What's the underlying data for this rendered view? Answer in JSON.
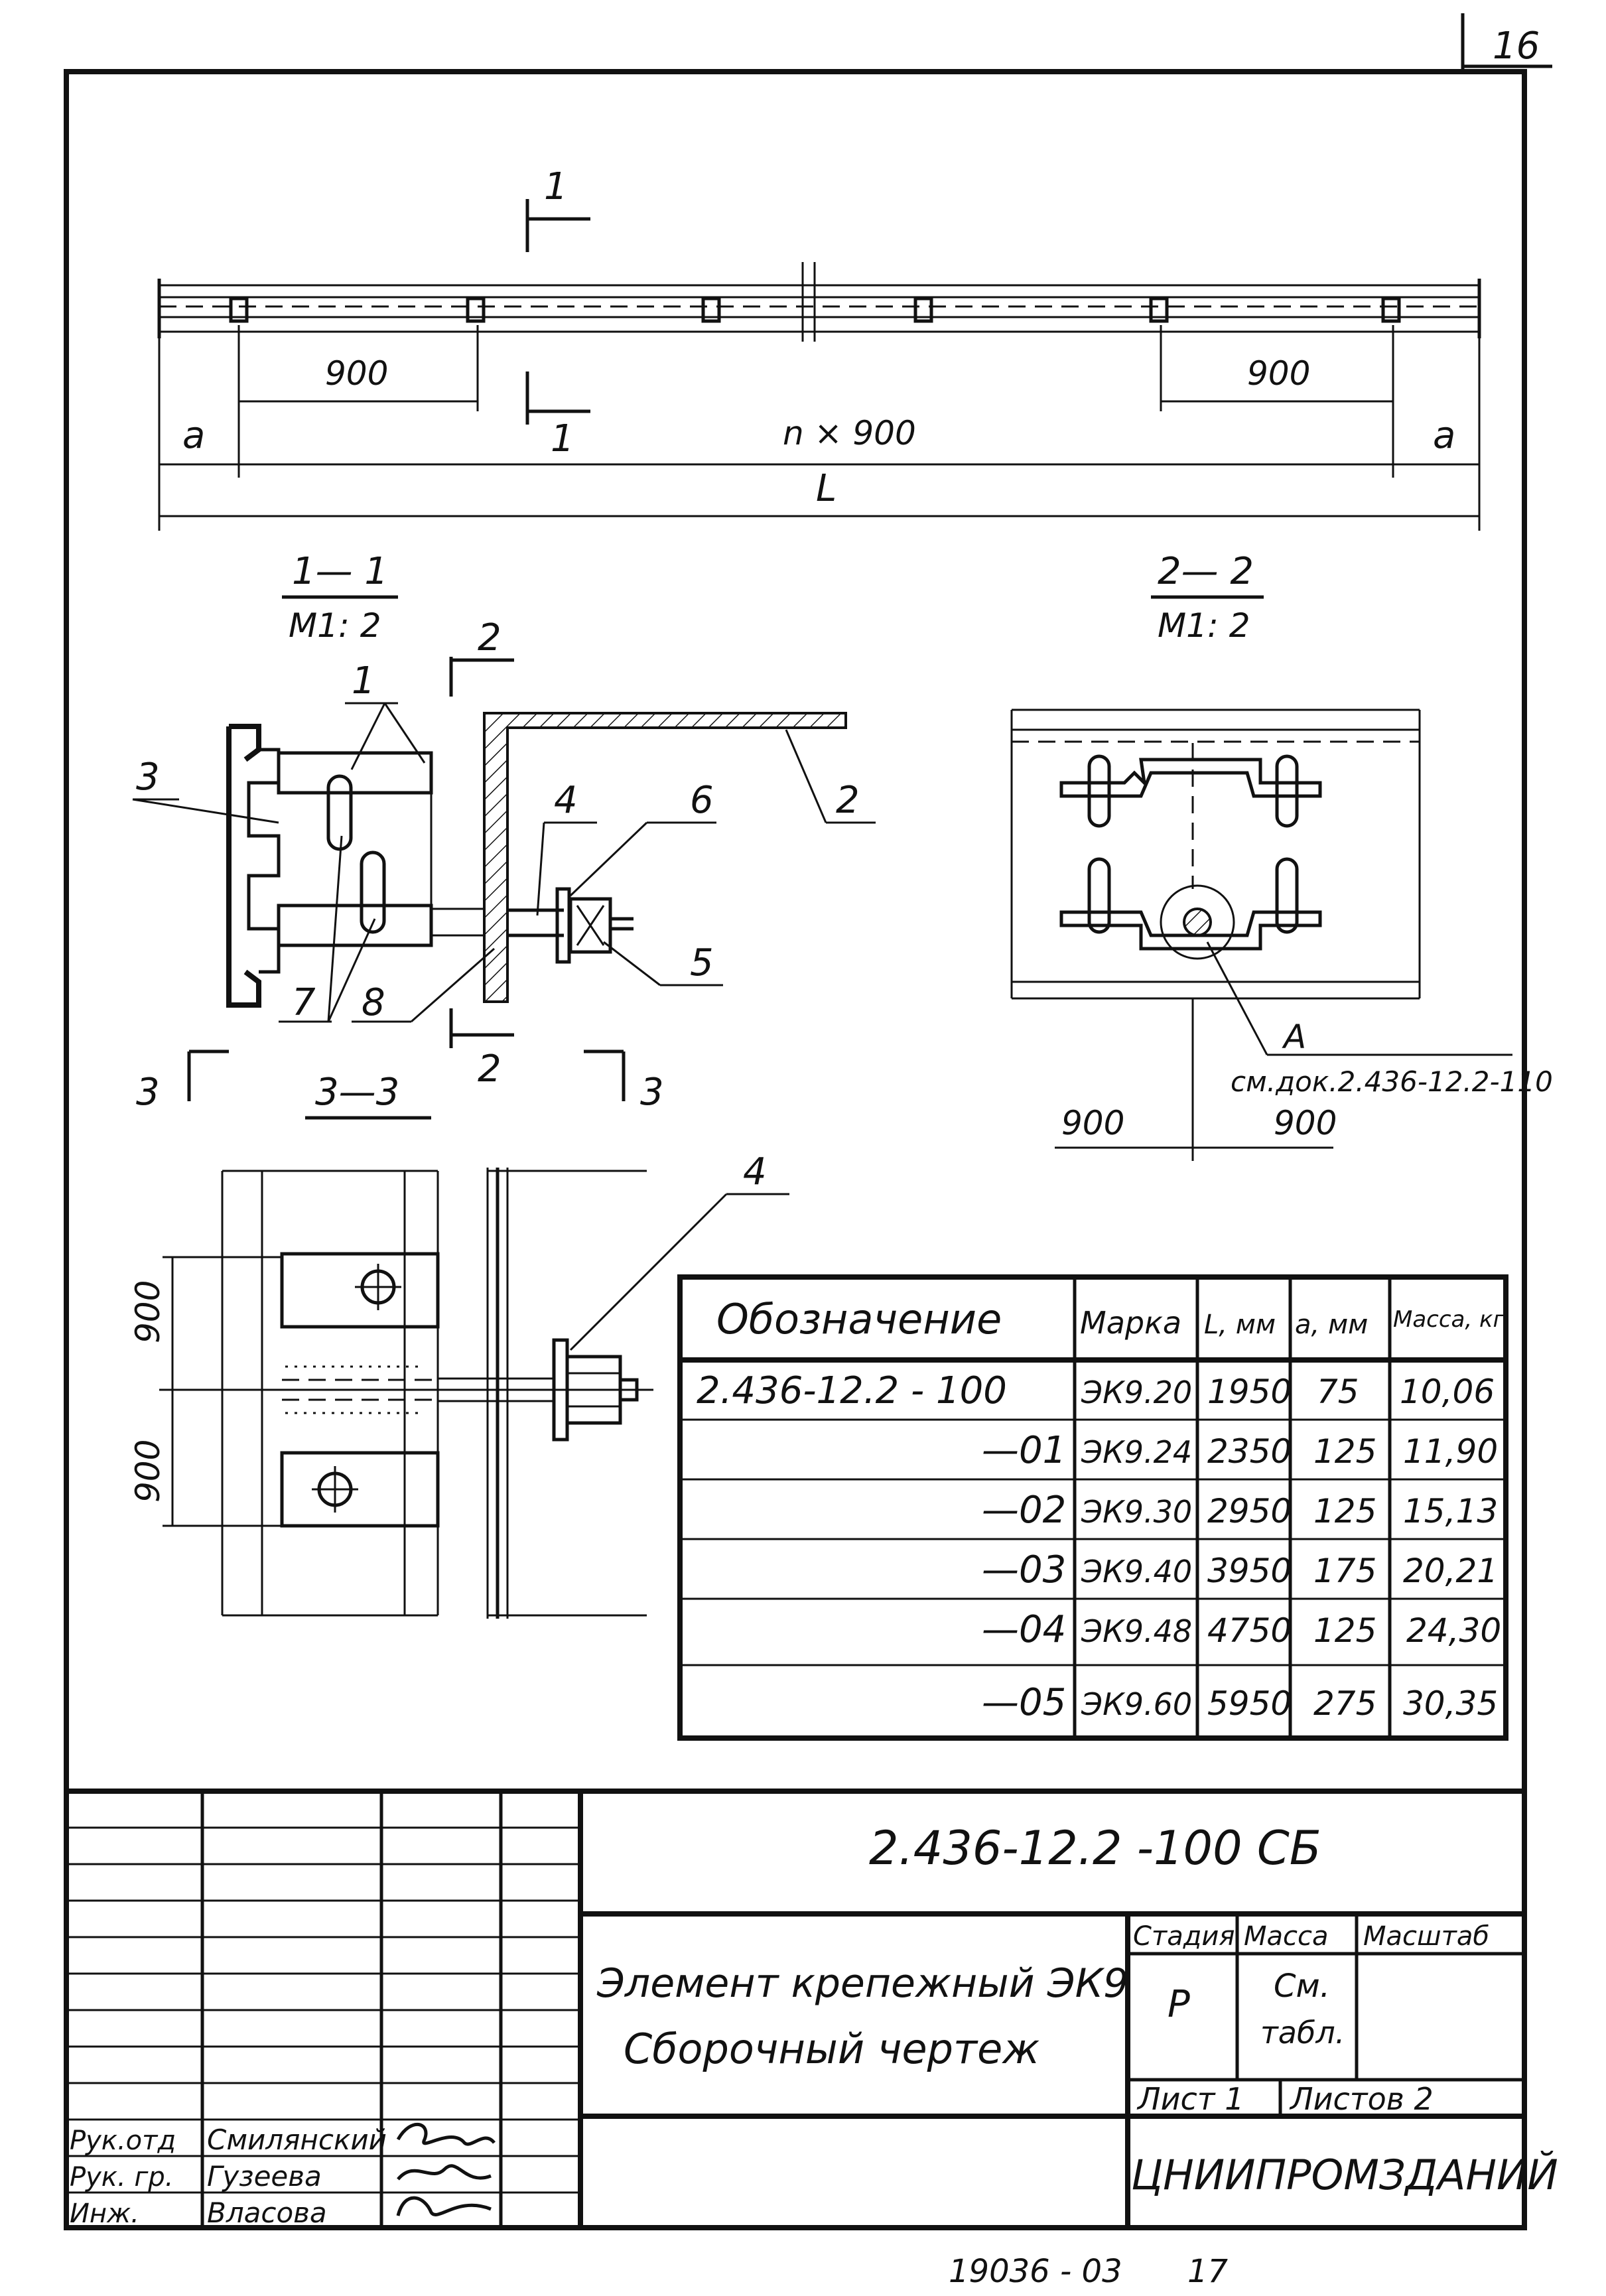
{
  "sheet_number": "16",
  "plan_view": {
    "dims": {
      "spacing_left": "900",
      "spacing_right": "900",
      "end_left": "a",
      "end_right": "a",
      "middle": "n × 900",
      "total": "L"
    },
    "section_marks": {
      "top": "1",
      "bottom": "1"
    }
  },
  "section_1_1": {
    "title": "1— 1",
    "scale": "М1: 2",
    "cut_mark_top": "2",
    "cut_mark_bottom": "2",
    "cut_3_left": "3",
    "cut_3_right": "3",
    "callouts": [
      "1",
      "2",
      "3",
      "4",
      "5",
      "6",
      "7",
      "8"
    ]
  },
  "section_2_2": {
    "title": "2— 2",
    "scale": "М1: 2",
    "node_label": "А",
    "node_ref": "см.док.2.436-12.2-110",
    "dim_left": "900",
    "dim_right": "900"
  },
  "section_3_3": {
    "title": "3—3",
    "dim_top": "900",
    "dim_bottom": "900",
    "callout": "4"
  },
  "spec_table": {
    "headers": [
      "Обозначение",
      "Марка",
      "L, мм",
      "а, мм",
      "Масса, кг"
    ],
    "rows": [
      [
        "2.436-12.2 - 100",
        "ЭК9.20",
        "1950",
        "75",
        "10,06"
      ],
      [
        "—01",
        "ЭК9.24",
        "2350",
        "125",
        "11,90"
      ],
      [
        "—02",
        "ЭК9.30",
        "2950",
        "125",
        "15,13"
      ],
      [
        "—03",
        "ЭК9.40",
        "3950",
        "175",
        "20,21"
      ],
      [
        "—04",
        "ЭК9.48",
        "4750",
        "125",
        "24,30"
      ],
      [
        "—05",
        "ЭК9.60",
        "5950",
        "275",
        "30,35"
      ]
    ]
  },
  "title_block": {
    "doc_code": "2.436-12.2 -100 СБ",
    "name_line1": "Элемент крепежный ЭК9",
    "name_line2": "Сборочный чертеж",
    "col_stage": "Стадия",
    "col_mass": "Масса",
    "col_scale": "Масштаб",
    "stage_value": "Р",
    "mass_value_1": "См.",
    "mass_value_2": "табл.",
    "sheet": "Лист 1",
    "sheets": "Листов 2",
    "organization": "ЦНИИПРОМЗДАНИЙ",
    "staff": [
      {
        "role": "Рук.отд",
        "name": "Смилянский"
      },
      {
        "role": "Рук. гр.",
        "name": "Гузеева"
      },
      {
        "role": "Инж.",
        "name": "Власова"
      }
    ]
  },
  "footer": {
    "inventory": "19036 - 03",
    "page": "17"
  }
}
